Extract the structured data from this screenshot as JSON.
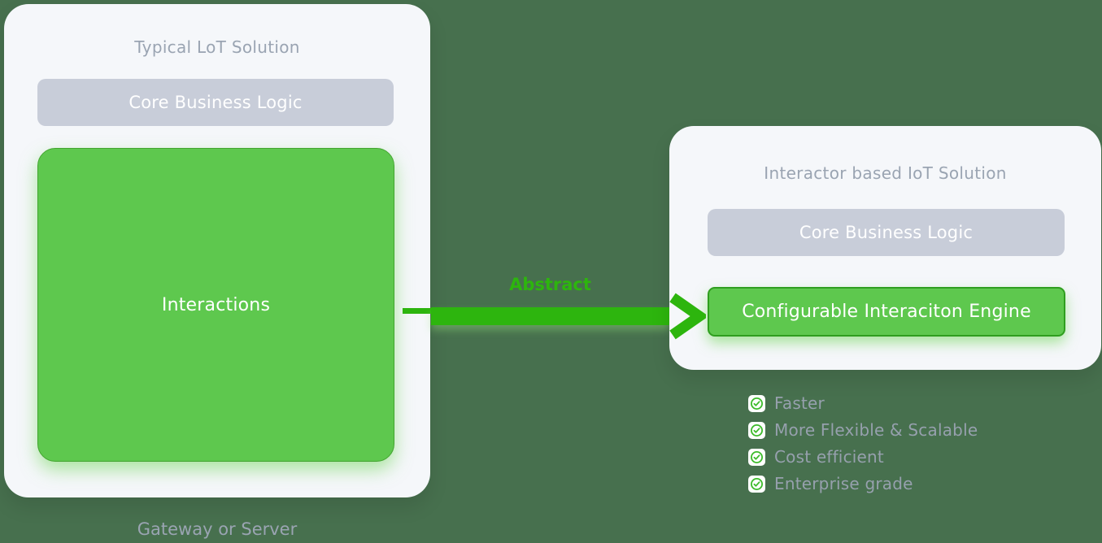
{
  "colors": {
    "background": "#47704e",
    "card": "#f5f7fa",
    "gray_box": "#c8cdd9",
    "green_box": "#5ec84e",
    "green_box_border": "#2f9e1f",
    "arrow_green": "#2db50e",
    "muted_text": "#9aa4b2",
    "box_text": "#ffffff"
  },
  "left_card": {
    "title": "Typical LoT Solution",
    "core_box": "Core Business Logic",
    "interactions_box": "Interactions",
    "caption": "Gateway or Server"
  },
  "arrow": {
    "label": "Abstract"
  },
  "right_card": {
    "title": "Interactor based IoT Solution",
    "core_box": "Core Business Logic",
    "engine_box": "Configurable Interaciton Engine"
  },
  "benefits": [
    {
      "icon": "check-circle-icon",
      "label": "Faster"
    },
    {
      "icon": "check-circle-icon",
      "label": "More Flexible & Scalable"
    },
    {
      "icon": "check-circle-icon",
      "label": "Cost efficient"
    },
    {
      "icon": "check-circle-icon",
      "label": "Enterprise grade"
    }
  ]
}
